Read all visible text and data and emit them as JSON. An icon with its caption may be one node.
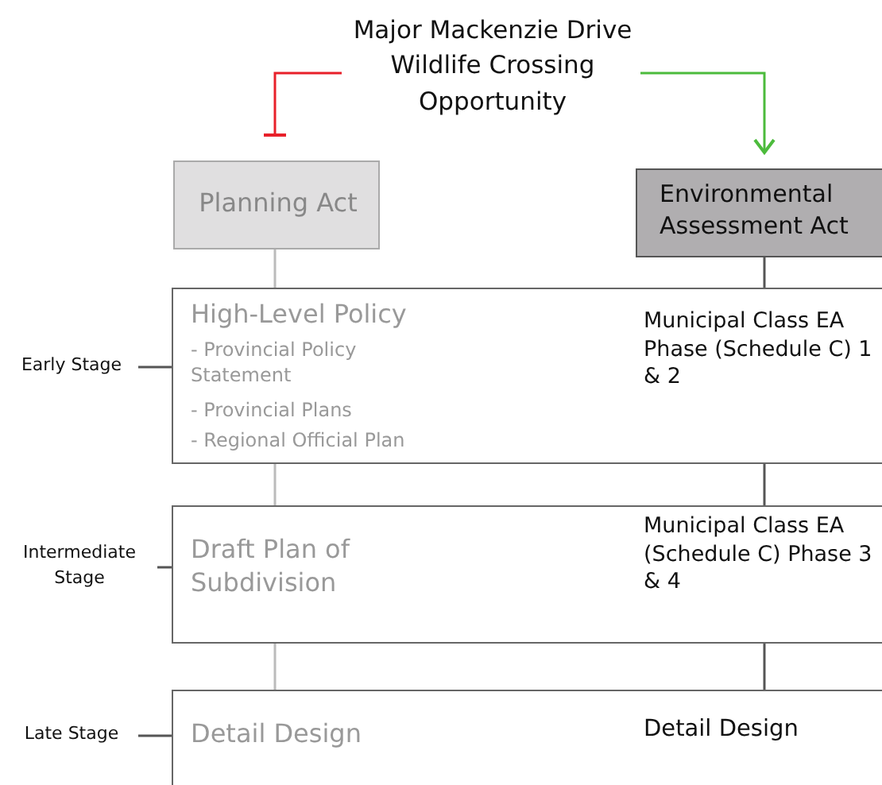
{
  "diagram": {
    "nodes": [
      {
        "text": [
          "Major Mackenzie Drive Wildlife Crossing Opportunity"
        ]
      },
      {
        "text": [
          "Planning Act"
        ]
      },
      {
        "text": [
          "Environmental Assessment Act"
        ]
      },
      {
        "text": [
          "High-Level Policy",
          "- Provincial Policy Statement",
          "- Provincial Plans",
          "- Regional Official Plan",
          "Municipal Class EA Phase (Schedule C) 1 & 2"
        ]
      },
      {
        "text": [
          "Draft Plan of Subdivision",
          "Municipal Class EA (Schedule C) Phase 3 & 4"
        ]
      },
      {
        "text": [
          "Detail Design",
          "Detail Design"
        ]
      },
      {
        "text": [
          "Early Stage"
        ]
      },
      {
        "text": [
          "Intermediate Stage"
        ]
      },
      {
        "text": [
          "Late Stage"
        ]
      }
    ],
    "edges": [
      {
        "from": 0,
        "to": 1,
        "arrow": "other",
        "color": "#e8202a"
      },
      {
        "from": 0,
        "to": 2,
        "arrow": "to",
        "color": "#4cbb3c"
      },
      {
        "from": 1,
        "to": 3,
        "arrow": "none",
        "color": "#bbbbbb"
      },
      {
        "from": 3,
        "to": 4,
        "arrow": "none",
        "color": "#bbbbbb"
      },
      {
        "from": 4,
        "to": 5,
        "arrow": "none",
        "color": "#bbbbbb"
      },
      {
        "from": 2,
        "to": 3,
        "arrow": "none"
      },
      {
        "from": 3,
        "to": 4,
        "arrow": "none"
      },
      {
        "from": 4,
        "to": 5,
        "arrow": "none"
      },
      {
        "from": 6,
        "to": 3,
        "arrow": "none"
      },
      {
        "from": 7,
        "to": 4,
        "arrow": "none"
      },
      {
        "from": 8,
        "to": 5,
        "arrow": "none"
      }
    ]
  }
}
